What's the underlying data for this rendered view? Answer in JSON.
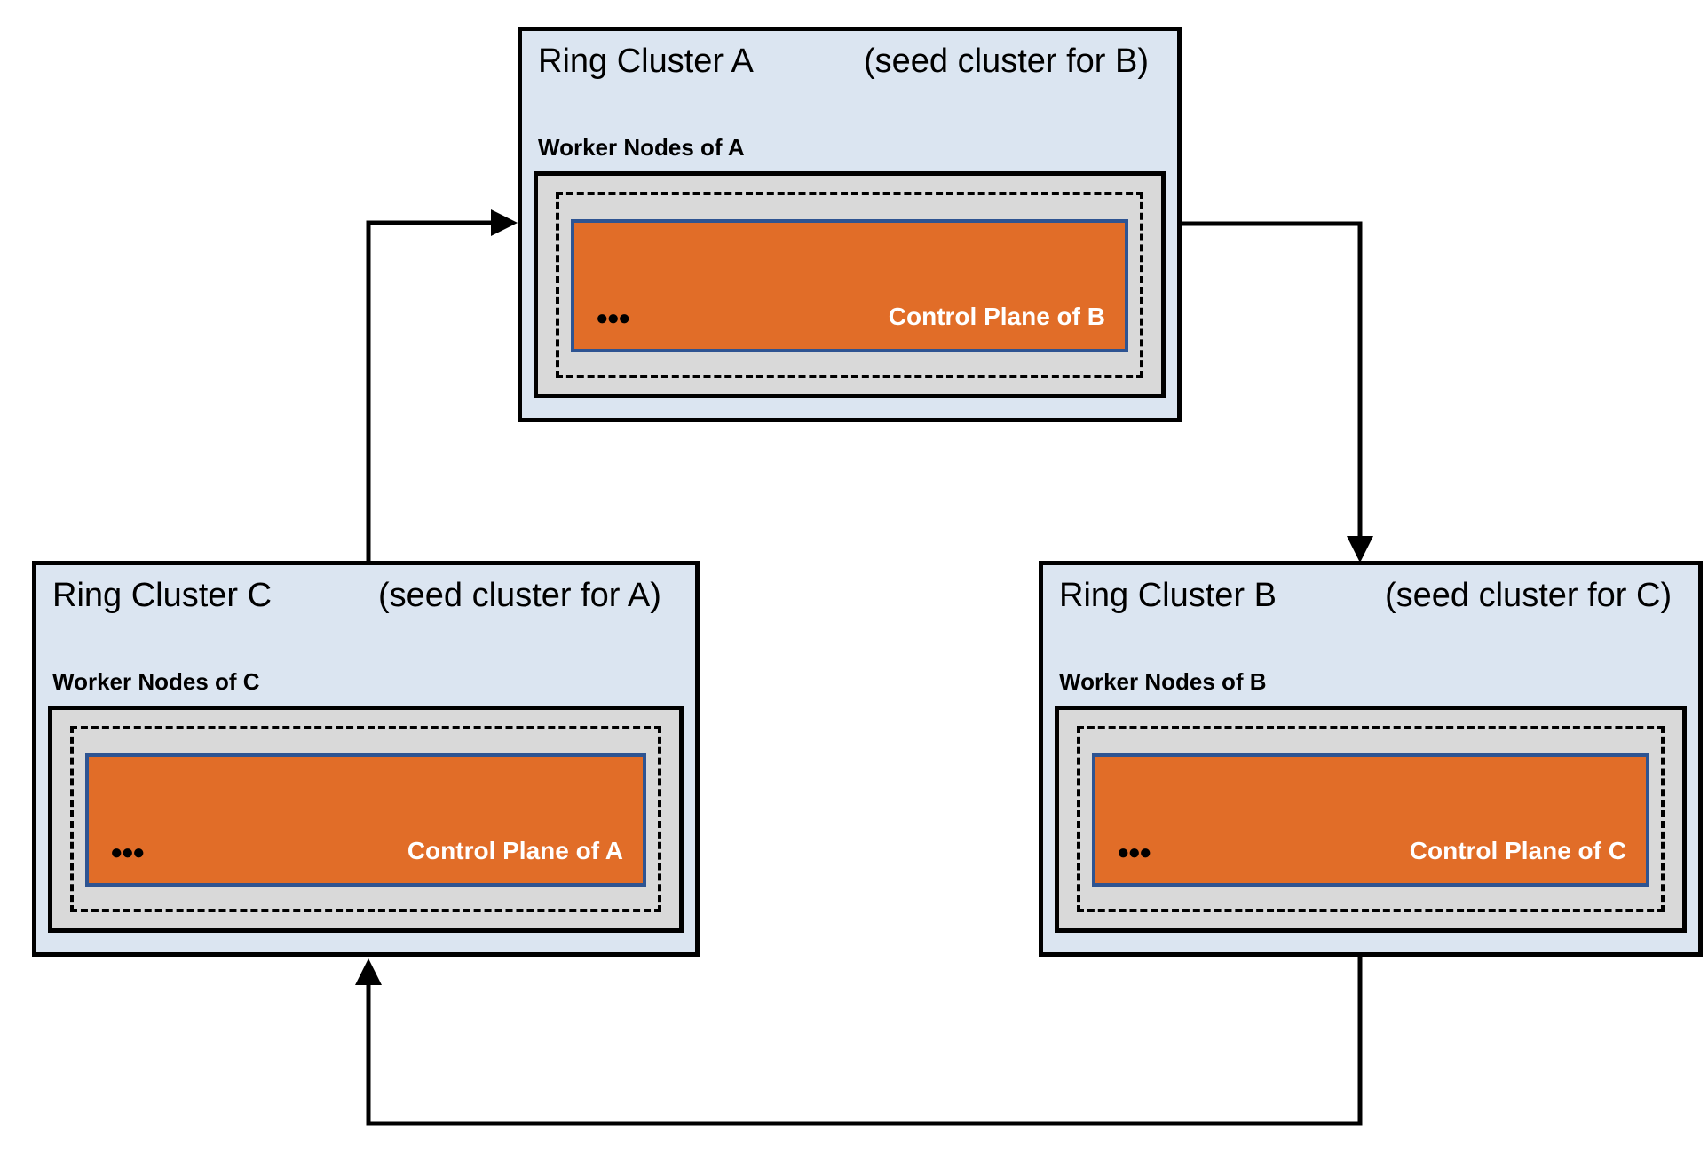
{
  "diagram": {
    "clusters": [
      {
        "id": "A",
        "title": "Ring Cluster A",
        "seed_note": "(seed cluster for B)",
        "worker_label": "Worker Nodes of A",
        "control_plane_label": "Control Plane of B",
        "dots": "●●●"
      },
      {
        "id": "C",
        "title": "Ring Cluster C",
        "seed_note": "(seed cluster for A)",
        "worker_label": "Worker Nodes of C",
        "control_plane_label": "Control Plane of A",
        "dots": "●●●"
      },
      {
        "id": "B",
        "title": "Ring Cluster B",
        "seed_note": "(seed cluster for C)",
        "worker_label": "Worker Nodes of B",
        "control_plane_label": "Control Plane of C",
        "dots": "●●●"
      }
    ],
    "arrows": [
      {
        "from": "C",
        "to": "A"
      },
      {
        "from": "A",
        "to": "B"
      },
      {
        "from": "B",
        "to": "C"
      }
    ],
    "colors": {
      "light_blue": "#dbe5f1",
      "gray": "#d9d9d9",
      "orange": "#e16d28",
      "border_blue": "#2e5492",
      "line_black": "#000000",
      "control_text": "#ffffff"
    }
  }
}
